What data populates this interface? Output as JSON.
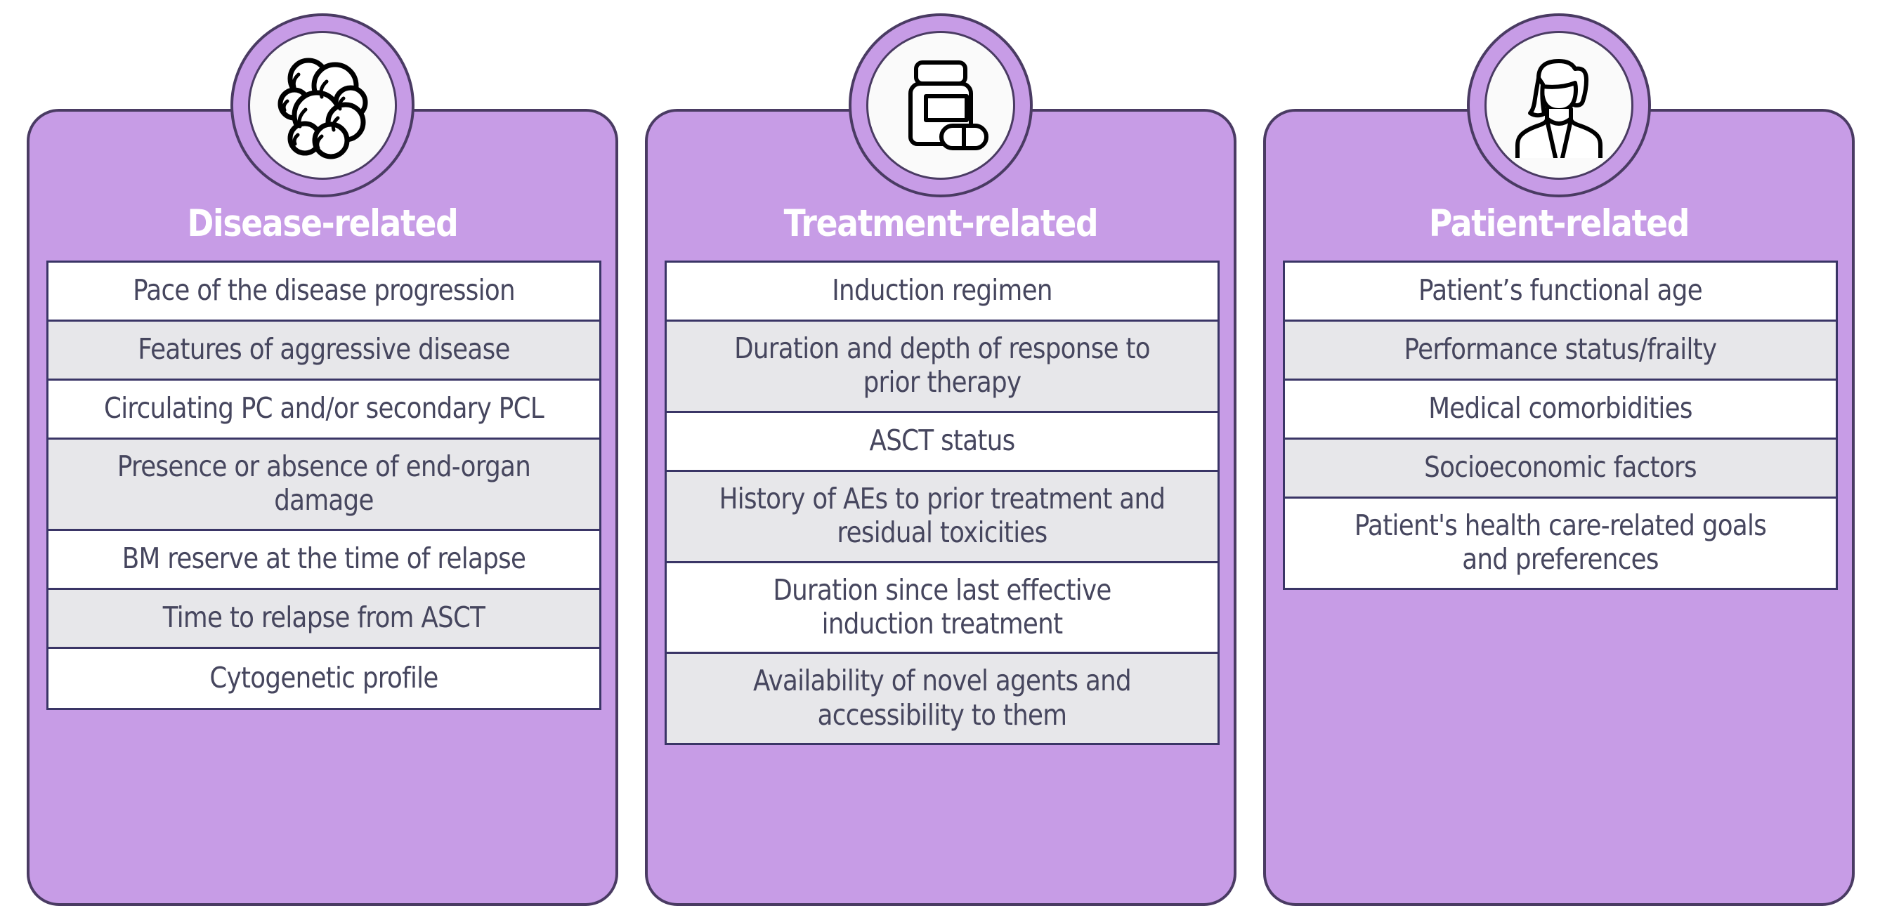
{
  "colors": {
    "card_fill": "#C79CE6",
    "card_border": "#4A3B63",
    "title_text": "#FFFFFF",
    "table_border": "#3A3566",
    "row_alt_fill": "#E7E7EA",
    "row_plain_fill": "#FFFFFF",
    "row_text": "#46465E",
    "page_background": "#FFFFFF"
  },
  "cards": [
    {
      "id": "disease-related",
      "title": "Disease-related",
      "icon": "cell-cluster-icon",
      "items": [
        "Pace of the disease progression",
        "Features of aggressive disease",
        "Circulating PC and/or secondary PCL",
        "Presence or absence of end-organ damage",
        "BM reserve at the time of relapse",
        "Time to relapse from ASCT",
        "Cytogenetic profile"
      ]
    },
    {
      "id": "treatment-related",
      "title": "Treatment-related",
      "icon": "pill-bottle-icon",
      "items": [
        "Induction regimen",
        "Duration and depth of response to prior therapy",
        "ASCT status",
        "History of AEs to prior treatment and residual toxicities",
        "Duration since last effective induction treatment",
        "Availability of novel agents and accessibility to them"
      ]
    },
    {
      "id": "patient-related",
      "title": "Patient-related",
      "icon": "female-patient-icon",
      "items": [
        "Patient’s functional age",
        "Performance status/frailty",
        "Medical comorbidities",
        "Socioeconomic factors",
        "Patient's health care-related goals and preferences"
      ]
    }
  ]
}
